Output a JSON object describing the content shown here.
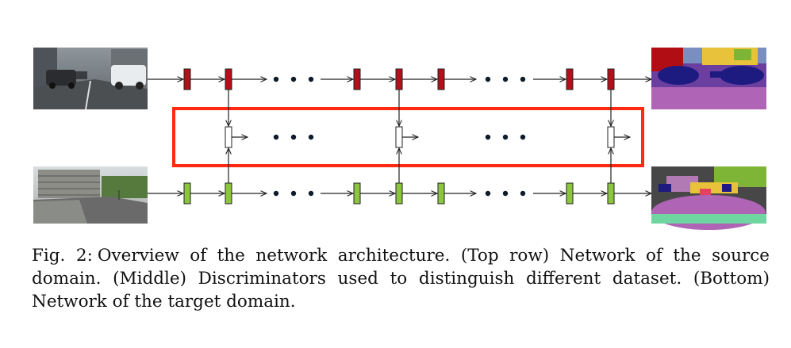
{
  "caption": {
    "label": "Fig. 2:",
    "text": "Overview of the network architecture. (Top row) Network of the source domain. (Middle) Discriminators used to distinguish different dataset. (Bottom) Network of the target domain."
  },
  "colors": {
    "source_block": "#b3101b",
    "target_block": "#8cc63f",
    "discriminator_block": "#ffffff",
    "highlight_frame": "#ff2a10",
    "arrow": "#222222",
    "ellipsis_dot": "#0d1b2a"
  },
  "rows": [
    {
      "name": "source",
      "blocks": 7,
      "ellipses": 2
    },
    {
      "name": "discriminators",
      "blocks": 3,
      "ellipses": 2
    },
    {
      "name": "target",
      "blocks": 7,
      "ellipses": 2
    }
  ],
  "images": {
    "source_input": "street scene photo (synthetic)",
    "source_output": "segmentation map (source)",
    "target_input": "street scene photo (real)",
    "target_output": "segmentation map (target)"
  }
}
